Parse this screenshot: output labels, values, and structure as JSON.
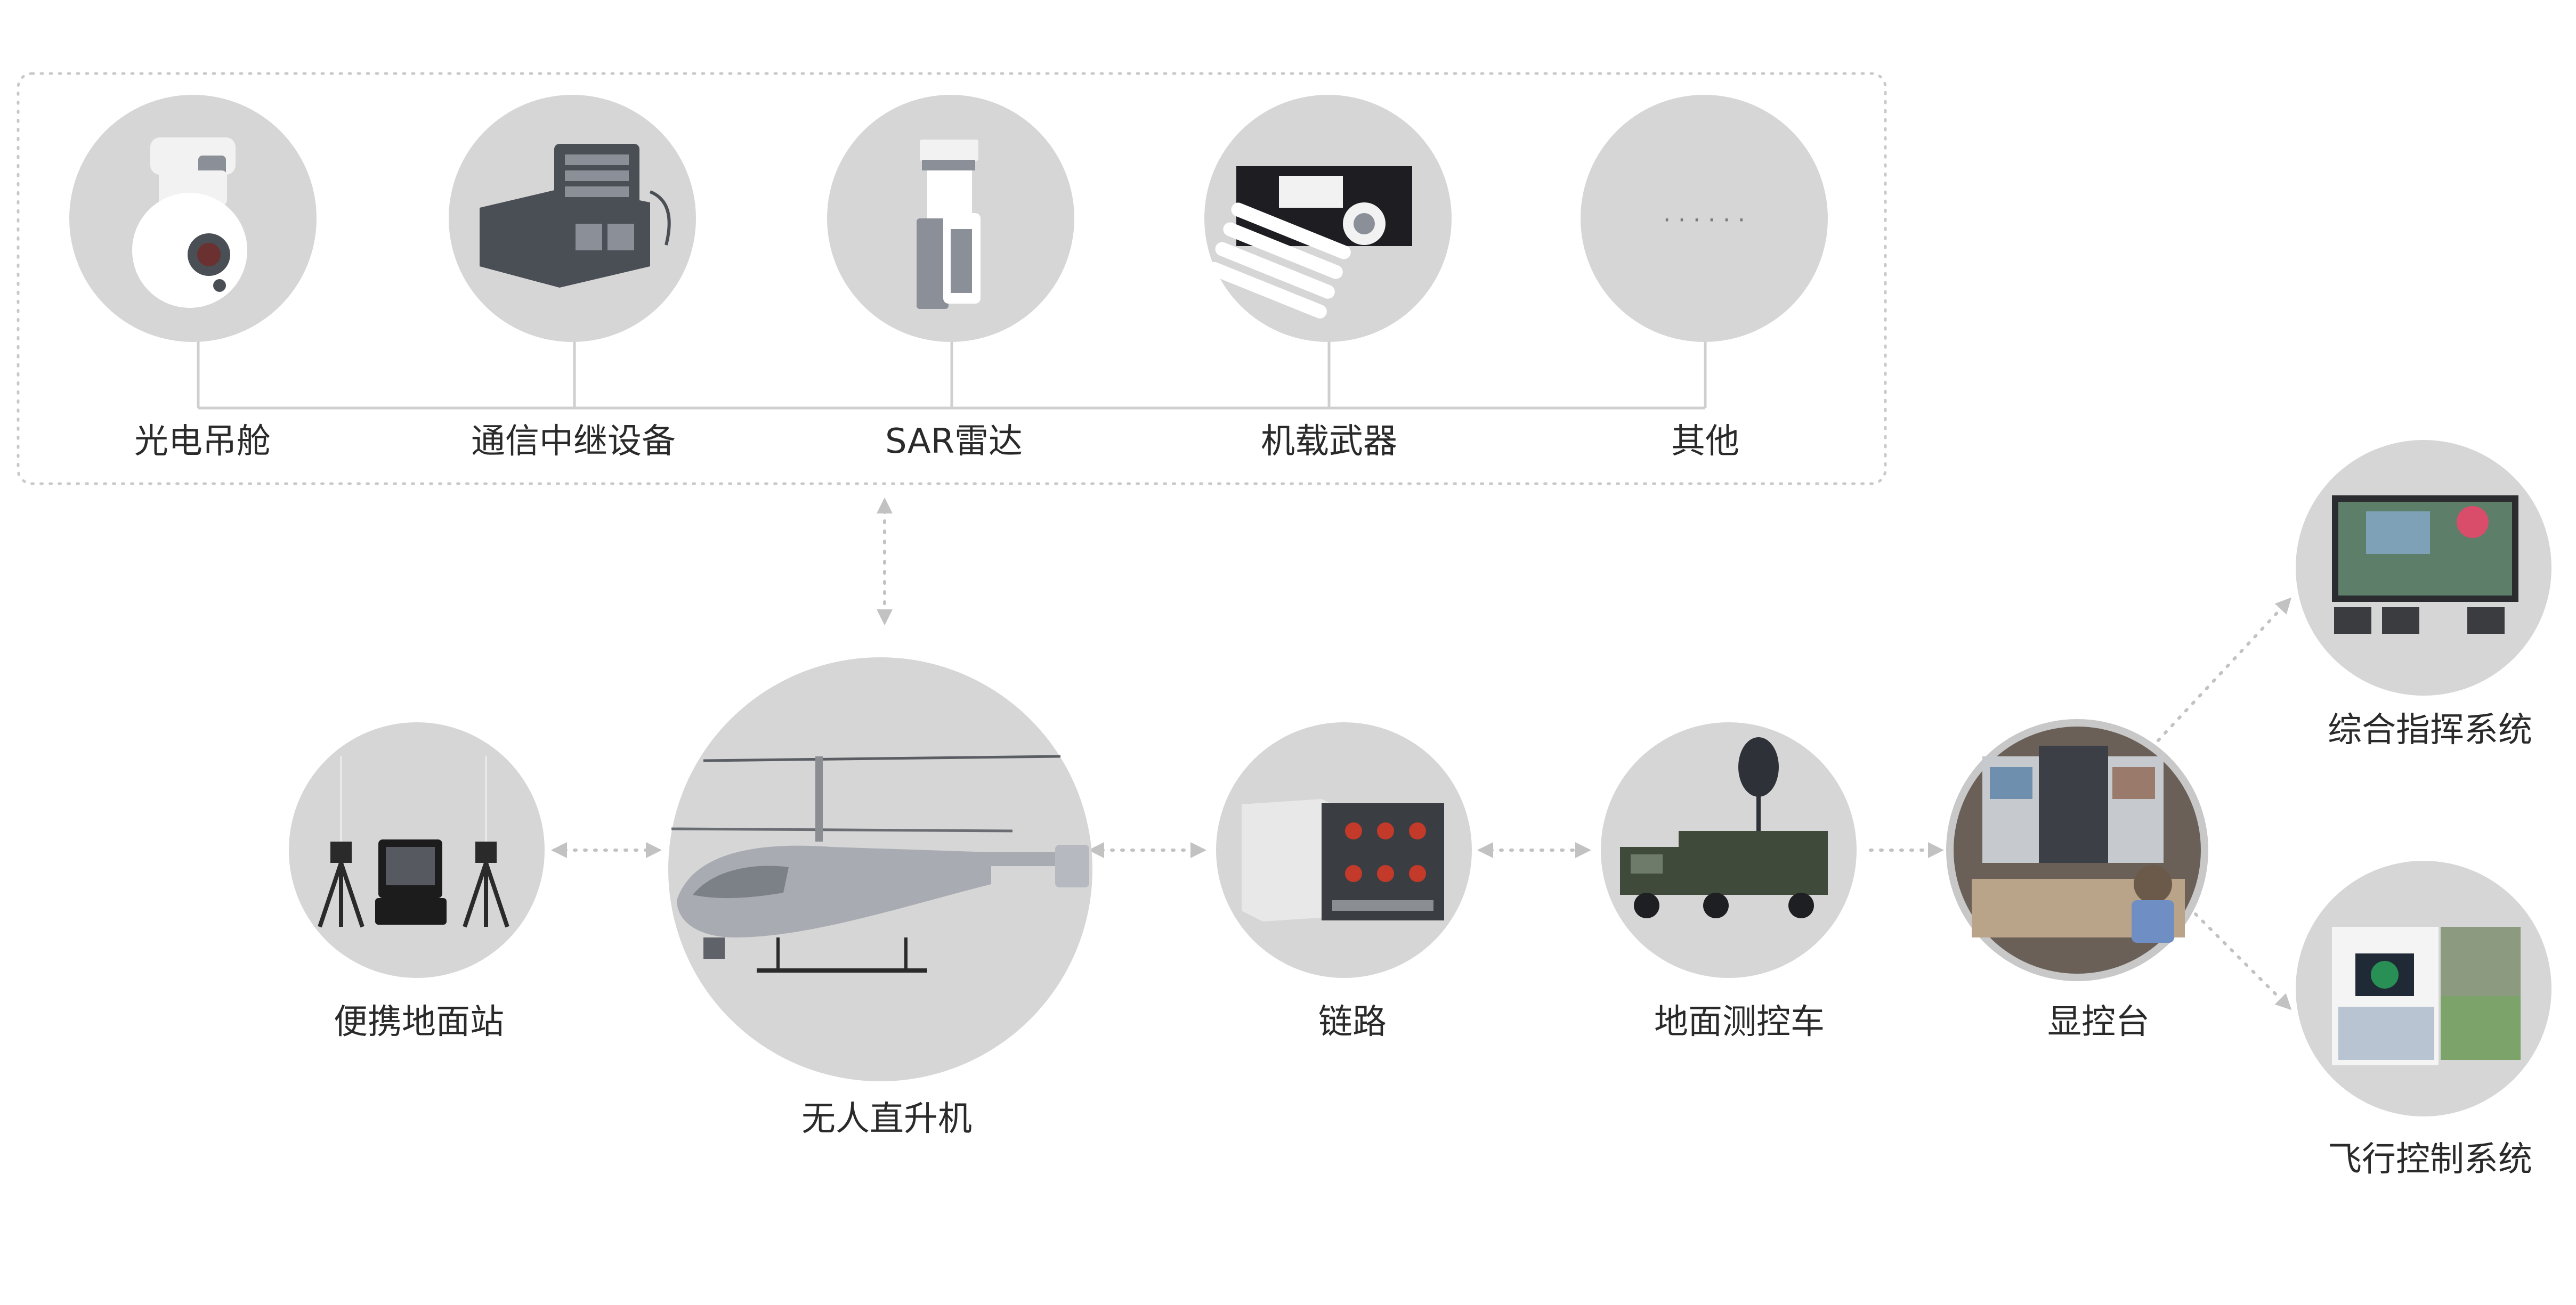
{
  "payloads": {
    "items": [
      {
        "label": "光电吊舱",
        "icon": "eo-pod-icon"
      },
      {
        "label": "通信中继设备",
        "icon": "comm-relay-icon"
      },
      {
        "label": "SAR雷达",
        "icon": "sar-radar-icon"
      },
      {
        "label": "机载武器",
        "icon": "airborne-weapon-icon"
      },
      {
        "label": "其他",
        "icon": "ellipsis-icon",
        "text": "· · · · · ·"
      }
    ]
  },
  "system": {
    "portable_station": "便携地面站",
    "helicopter": "无人直升机",
    "link": "链路",
    "ground_vehicle": "地面测控车",
    "console": "显控台",
    "command_system": "综合指挥系统",
    "flight_control": "飞行控制系统"
  },
  "colors": {
    "circle": "#d6d6d6",
    "connector": "#c2c2c2",
    "label": "#2a2a2a",
    "background": "#ffffff"
  }
}
